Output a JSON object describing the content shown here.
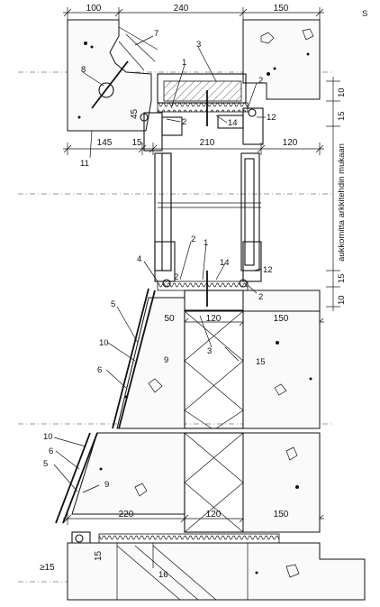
{
  "corner_mark": "S",
  "dimensions": {
    "top": [
      "100",
      "240",
      "150"
    ],
    "upper_mid": [
      "145",
      "15",
      "210",
      "120"
    ],
    "sill": [
      "50",
      "120",
      "150"
    ],
    "lower": [
      "220",
      "120",
      "150"
    ],
    "small_45": "45",
    "small_15_bottom": "15",
    "min_gap": "≥15"
  },
  "right_vertical": {
    "top_10": "10",
    "top_15": "15",
    "note": "aukkomitta arkkitehdin mukaan",
    "bot_15": "15",
    "bot_10": "10"
  },
  "callouts": {
    "c1a": "1",
    "c1b": "1",
    "c2a": "2",
    "c2b": "2",
    "c2c": "2",
    "c2d": "2",
    "c2e": "2",
    "c3a": "3",
    "c3b": "3",
    "c4": "4",
    "c5a": "5",
    "c5b": "5",
    "c6a": "6",
    "c6b": "6",
    "c7": "7",
    "c8": "8",
    "c9a": "9",
    "c9b": "9",
    "c10a": "10",
    "c10b": "10",
    "c11": "11",
    "c12a": "12",
    "c12b": "12",
    "c14a": "14",
    "c14b": "14",
    "c15": "15",
    "c16": "16"
  }
}
